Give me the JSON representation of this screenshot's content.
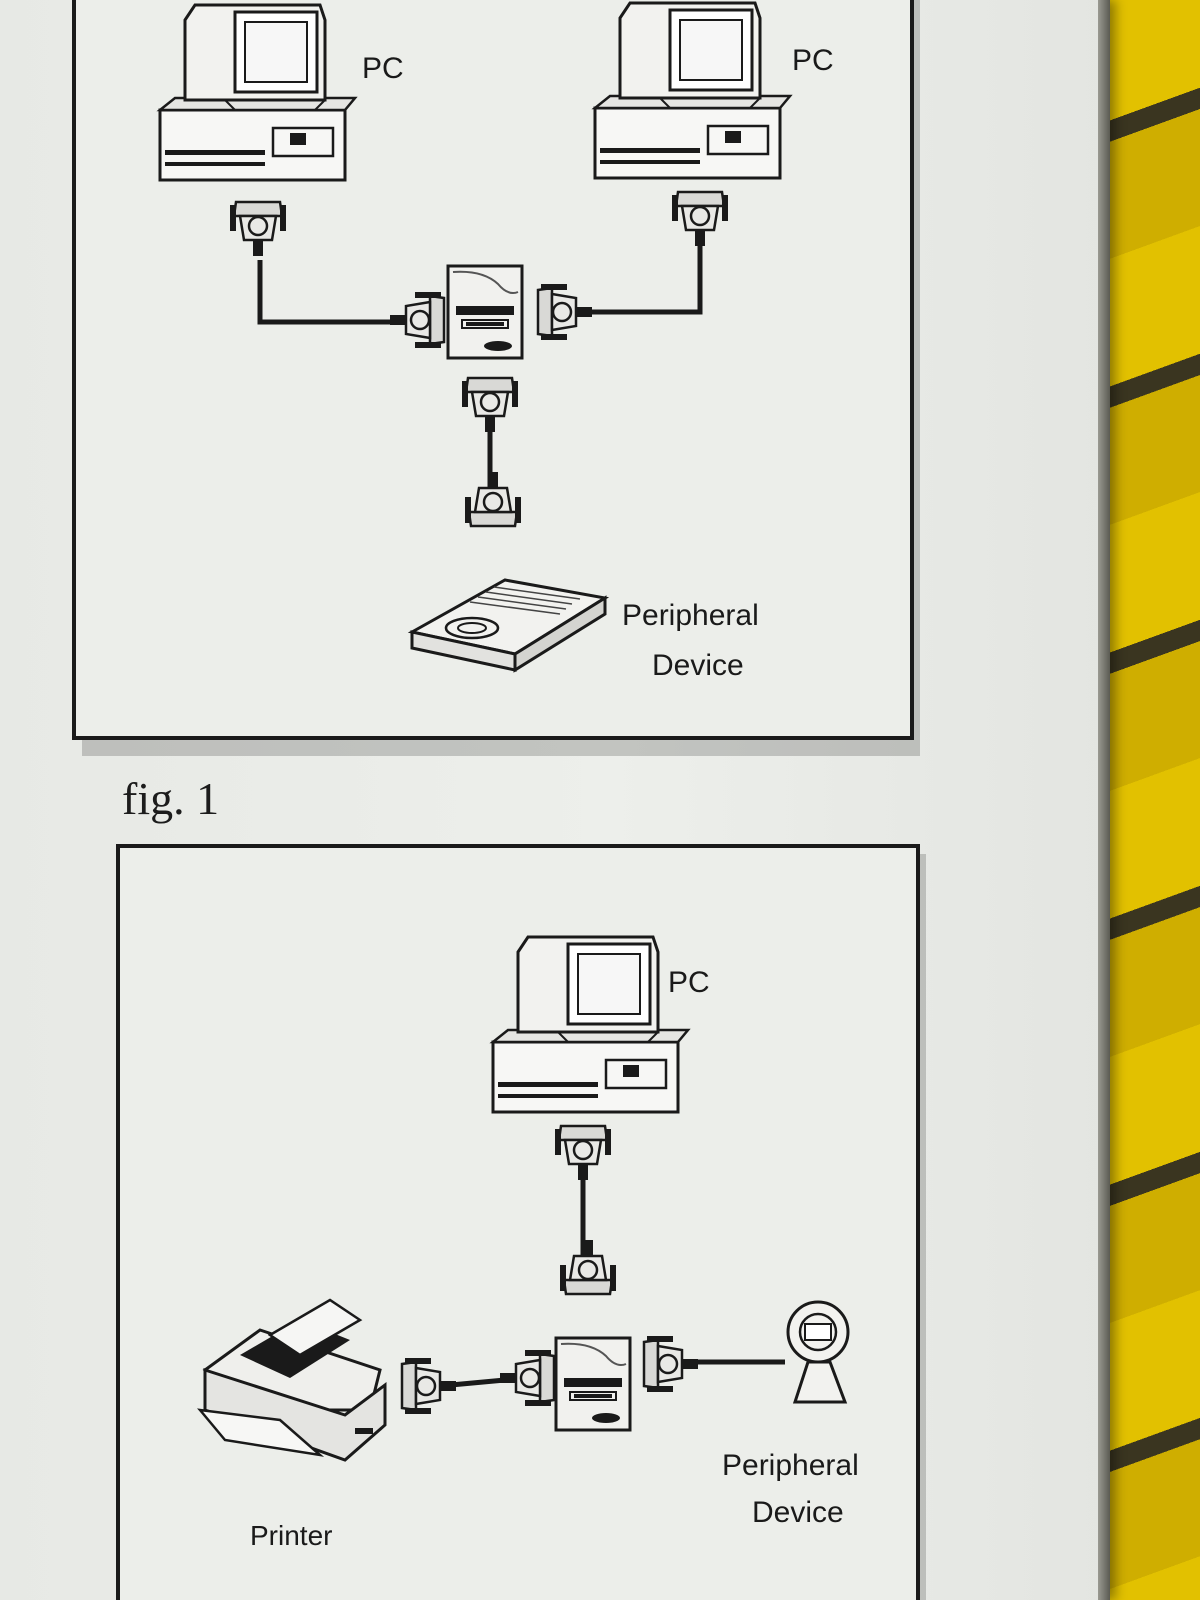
{
  "figure1": {
    "caption": "fig. 1",
    "pc_left_label": "PC",
    "pc_right_label": "PC",
    "peripheral_label_line1": "Peripheral",
    "peripheral_label_line2": "Device"
  },
  "figure2": {
    "pc_label": "PC",
    "printer_label": "Printer",
    "peripheral_label_line1": "Peripheral",
    "peripheral_label_line2": "Device"
  },
  "colors": {
    "paper": "#eceeea",
    "line": "#1a1a1a",
    "background": "#d6b400"
  }
}
